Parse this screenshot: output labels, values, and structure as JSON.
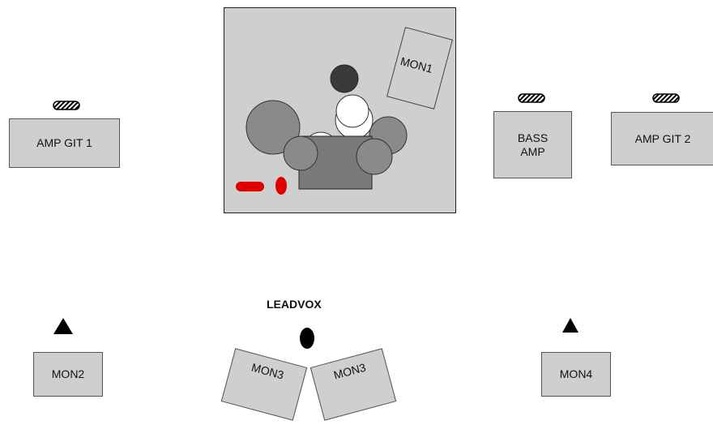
{
  "labels": {
    "amp_git_1": "AMP GIT 1",
    "bass_amp_line1": "BASS",
    "bass_amp_line2": "AMP",
    "amp_git_2": "AMP GIT 2",
    "mon1": "MON1",
    "mon2": "MON2",
    "mon3_left": "MON3",
    "mon3_right": "MON3",
    "mon4": "MON4",
    "leadvox": "LEADVOX"
  },
  "colors": {
    "box_fill": "#cfcfcf",
    "drum_gray": "#8a8a8a",
    "drum_dark": "#3a3a3a",
    "pad_red": "#e00000"
  }
}
